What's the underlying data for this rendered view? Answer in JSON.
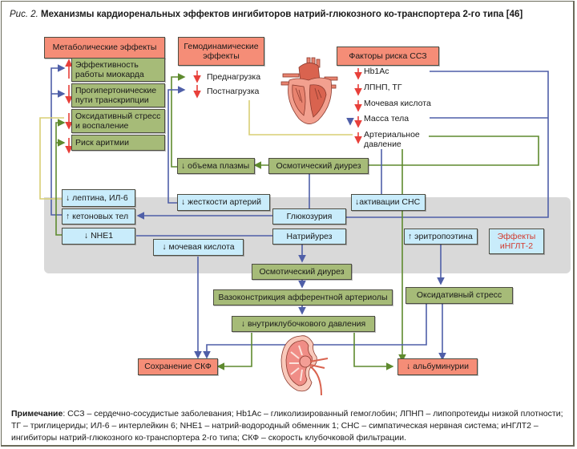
{
  "title": {
    "prefix": "Рис. 2.",
    "text": "Механизмы кардиоренальных эффектов ингибиторов натрий-глюкозного ко-транспортера 2-го типа [46]"
  },
  "headers": {
    "metabolic": "Метаболические эффекты",
    "hemodynamic": "Гемодинамические эффекты",
    "risk_factors": "Факторы риска ССЗ"
  },
  "metabolic_items": [
    {
      "label": "Эффективность работы миокарда",
      "direction": "up"
    },
    {
      "label": "Прогипертонические пути транскрипции",
      "direction": "down"
    },
    {
      "label": "Оксидативный стресс и воспаление",
      "direction": "down"
    },
    {
      "label": "Риск аритмии",
      "direction": "down"
    }
  ],
  "hemodynamic_items": [
    {
      "label": "Преднагрузка",
      "direction": "down"
    },
    {
      "label": "Постнагрузка",
      "direction": "down"
    }
  ],
  "risk_items": [
    {
      "label": "Hb1Ac",
      "direction": "down"
    },
    {
      "label": "ЛПНП, ТГ",
      "direction": "down"
    },
    {
      "label": "Мочевая кислота",
      "direction": "down"
    },
    {
      "label": "Масса тела",
      "direction": "down"
    },
    {
      "label": "Артериальное давление",
      "direction": "down"
    }
  ],
  "green_boxes": {
    "plasma_volume": "↓ объема плазмы",
    "osmotic_diuresis_top": "Осмотический диурез",
    "osmotic_diuresis_bottom": "Осмотический диурез",
    "vasoconstriction": "Вазоконстрикция афферентной артериолы",
    "intraglomerular": "↓ внутриклубочкового давления",
    "oxidative_stress": "Оксидативный стресс"
  },
  "blue_boxes": {
    "leptin": "↓ лептина, ИЛ-6",
    "ketones": "↑ кетоновых тел",
    "nhe1": "↓ NHE1",
    "uric_acid": "↓ мочевая кислота",
    "arterial_stiffness": "↓ жесткости артерий",
    "glucosuria": "Глюкозурия",
    "natriuresis": "Натрийурез",
    "sns": "↓активации СНС",
    "erythropoietin": "↑ эритропоэтина",
    "legend": "Эффекты иНГЛТ-2"
  },
  "outcomes": {
    "gfr": "Сохранение СКФ",
    "albuminuria": "↓ альбуминурии"
  },
  "icons": {
    "heart": "heart-anatomy",
    "kidney": "kidney-anatomy"
  },
  "colors": {
    "red_box": "#f58d77",
    "green_box": "#a6bb78",
    "blue_box": "#c9ecfb",
    "line_blue": "#4f5fa8",
    "line_green": "#5e8a2e",
    "line_yellow": "#d8cf74",
    "arrow_red": "#e8403a",
    "grey_zone": "#d9d9d9"
  },
  "note": {
    "label": "Примечание",
    "text": ": ССЗ – сердечно-сосудистые заболевания; Hb1Ac – гликолизированный гемоглобин; ЛПНП – липопротеиды низкой плотности; ТГ – триглицериды; ИЛ-6 – интерлейкин 6; NHE1 – натрий-водородный обменник 1; СНС – симпатическая нервная система; иНГЛТ2 – ингибиторы натрий-глюкозного ко-транспортера 2-го типа; СКФ – скорость клубочковой фильтрации."
  }
}
